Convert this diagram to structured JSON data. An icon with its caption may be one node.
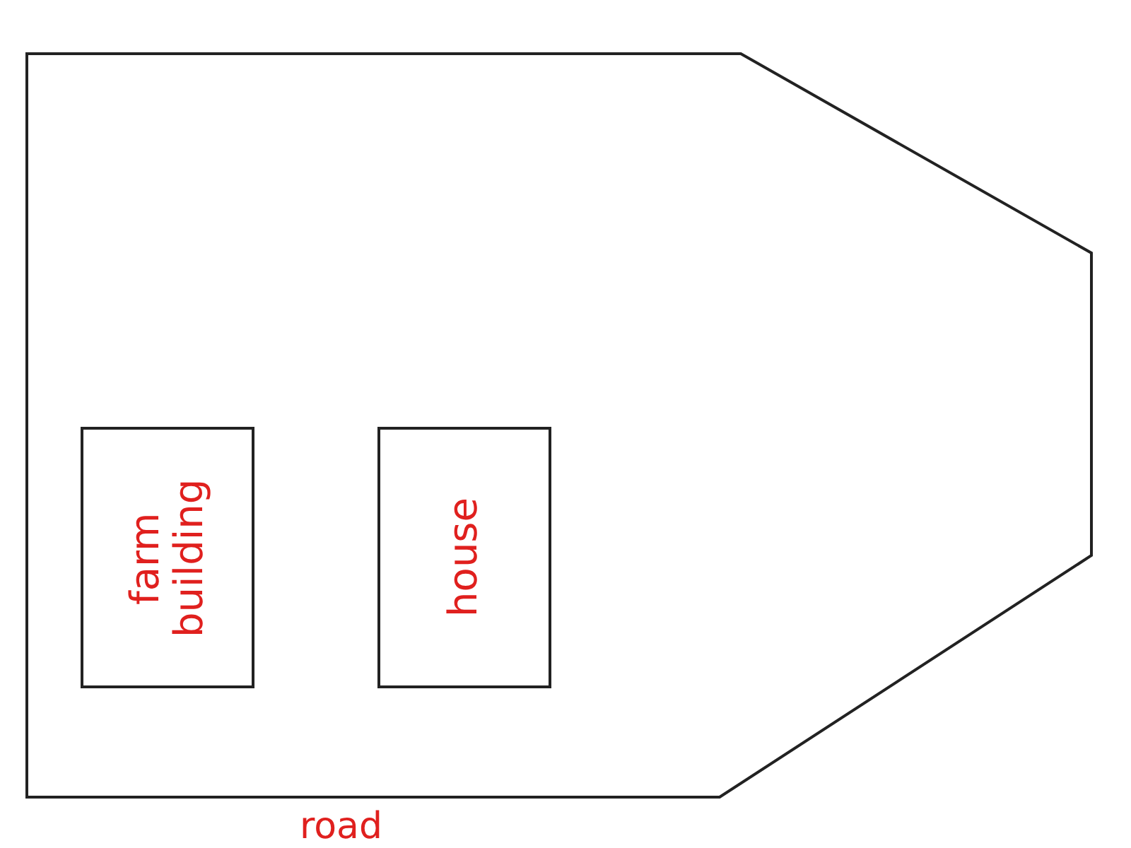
{
  "diagram": {
    "nodes": [
      {
        "text": [],
        "shape": "polygon"
      },
      {
        "text": [
          "farm building"
        ],
        "in": 0
      },
      {
        "text": [
          "house"
        ],
        "in": 0
      }
    ],
    "edges": [],
    "labels": [
      "road"
    ]
  }
}
